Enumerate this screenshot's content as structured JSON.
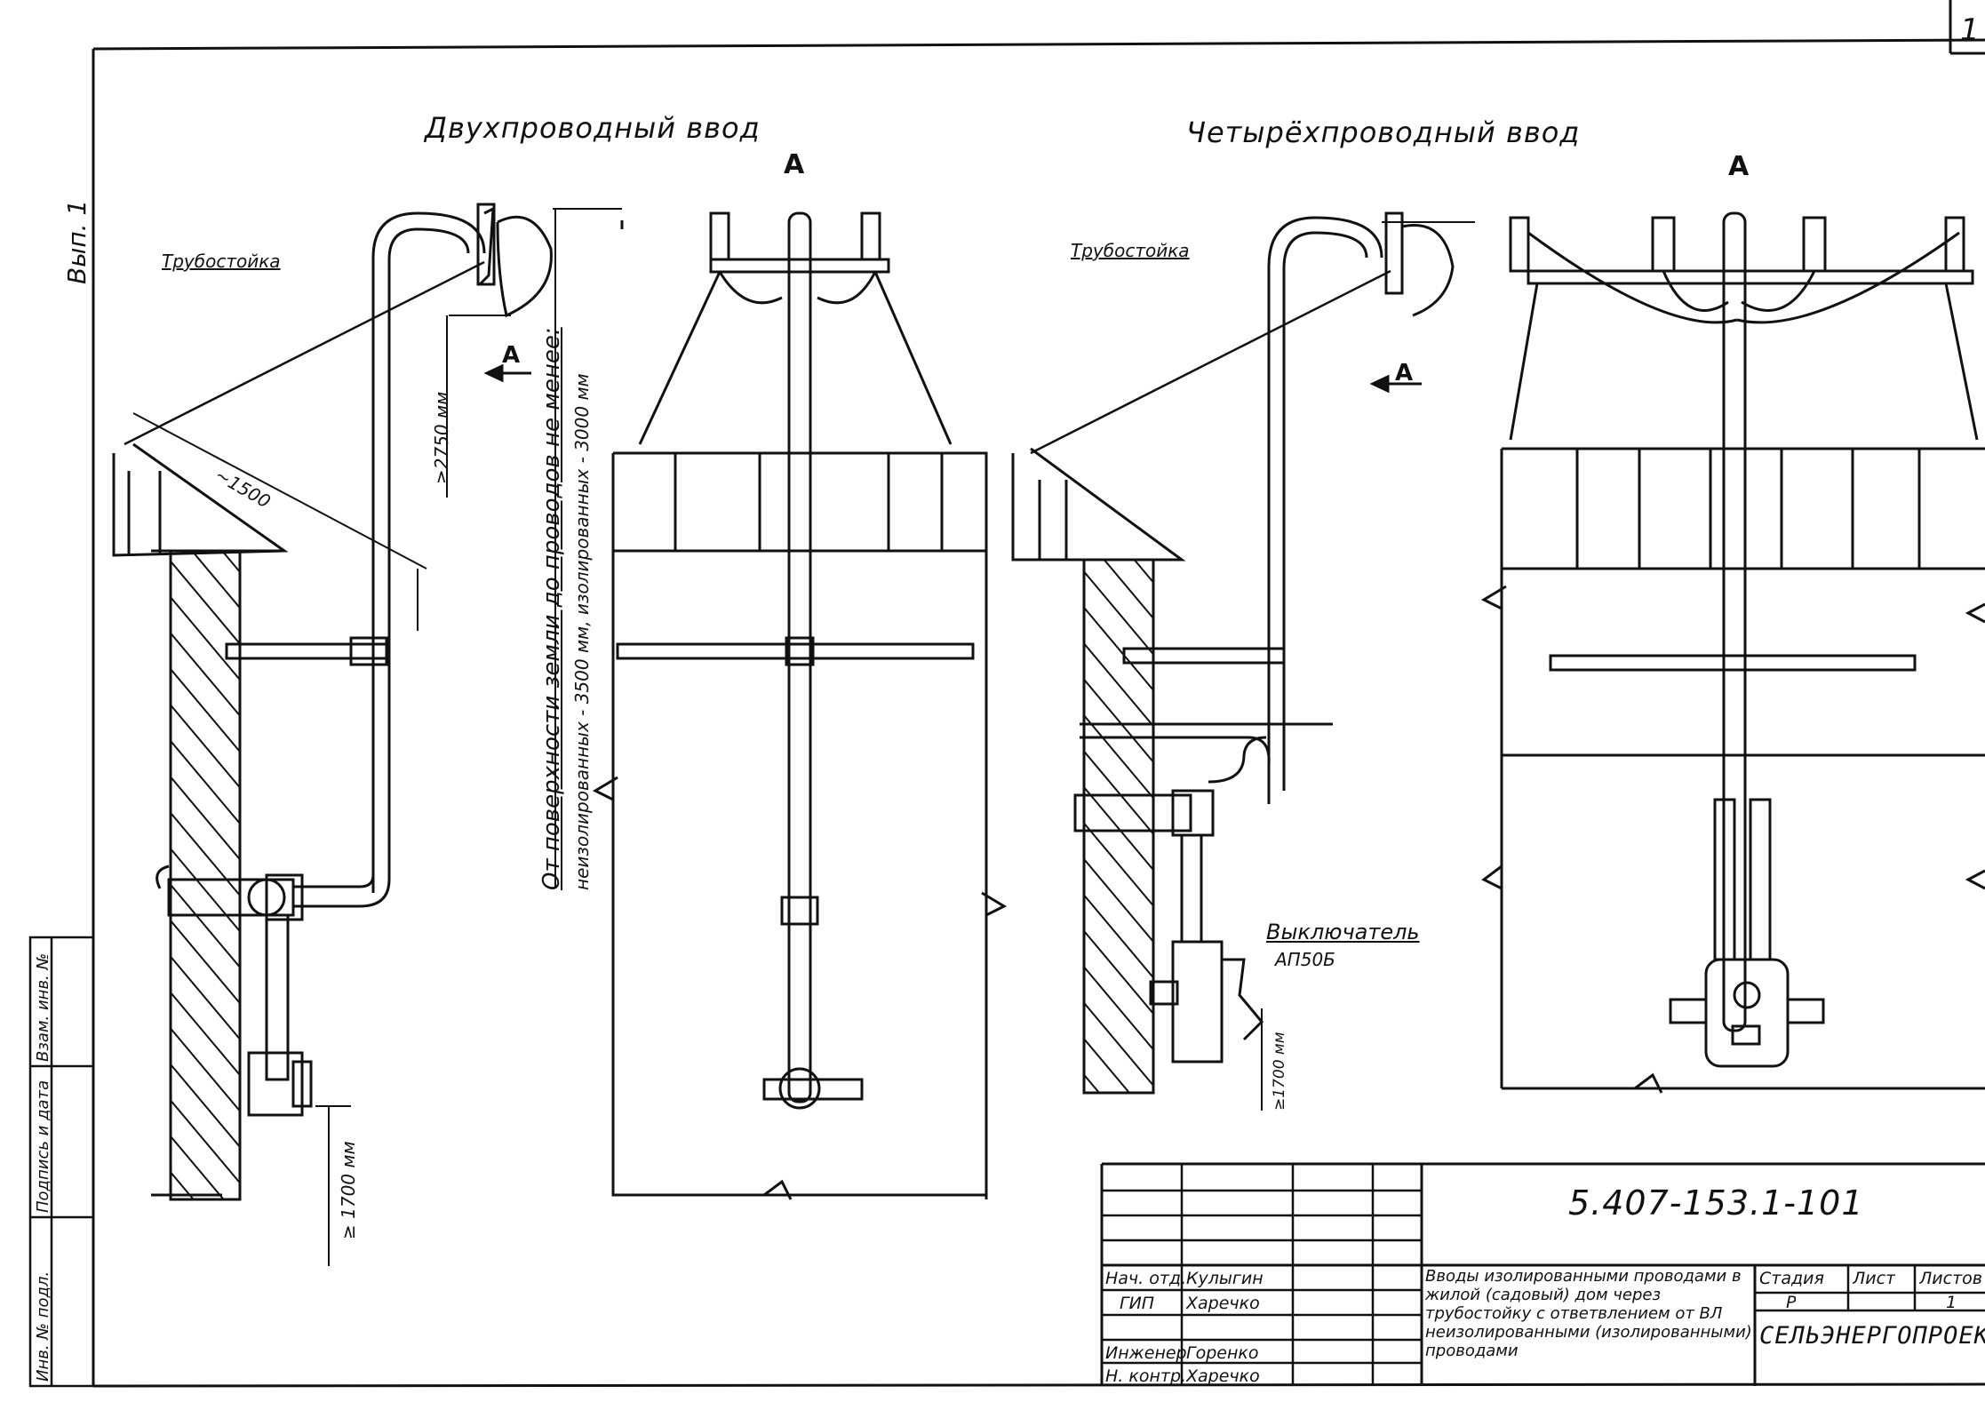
{
  "sheet_mark": "1",
  "side_label": "Вып. 1",
  "left_section": {
    "title": "Двухпроводный ввод",
    "view_label": "А",
    "pipe_label": "Трубостойка",
    "arrow_label": "А",
    "dim_top": "≥2750 мм",
    "dim_diag": "~1500",
    "dim_bottom": "≥ 1700 мм",
    "note_line1": "От поверхности земли до проводов не менее:",
    "note_line2": "неизолированных - 3500 мм, изолированных - 3000 мм"
  },
  "right_section": {
    "title": "Четырёхпроводный ввод",
    "view_label": "А",
    "pipe_label": "Трубостойка",
    "arrow_label": "А",
    "switch_label": "Выключатель",
    "switch_model": "АП50Б",
    "dim_bottom": "≥1700 мм"
  },
  "side_stamp": {
    "col1": "Инв. № подл.",
    "col2": "Подпись и дата",
    "col3": "Взам. инв. №"
  },
  "title_block": {
    "doc_code": "5.407-153.1-101",
    "rows": [
      {
        "role": "Нач. отд.",
        "name": "Кулыгин"
      },
      {
        "role": "ГИП",
        "name": "Харечко"
      },
      {
        "role": "Инженер",
        "name": "Горенко"
      },
      {
        "role": "Н. контр.",
        "name": "Харечко"
      }
    ],
    "description": "Вводы изолированными проводами в жилой (садовый) дом через трубостойку с ответвлением от ВЛ неизолированными (изолированными) проводами",
    "stage_header": "Стадия",
    "sheet_header": "Лист",
    "sheets_header": "Листов",
    "stage_value": "Р",
    "sheets_value": "1",
    "organization": "СЕЛЬЭНЕРГОПРОЕКТ"
  }
}
